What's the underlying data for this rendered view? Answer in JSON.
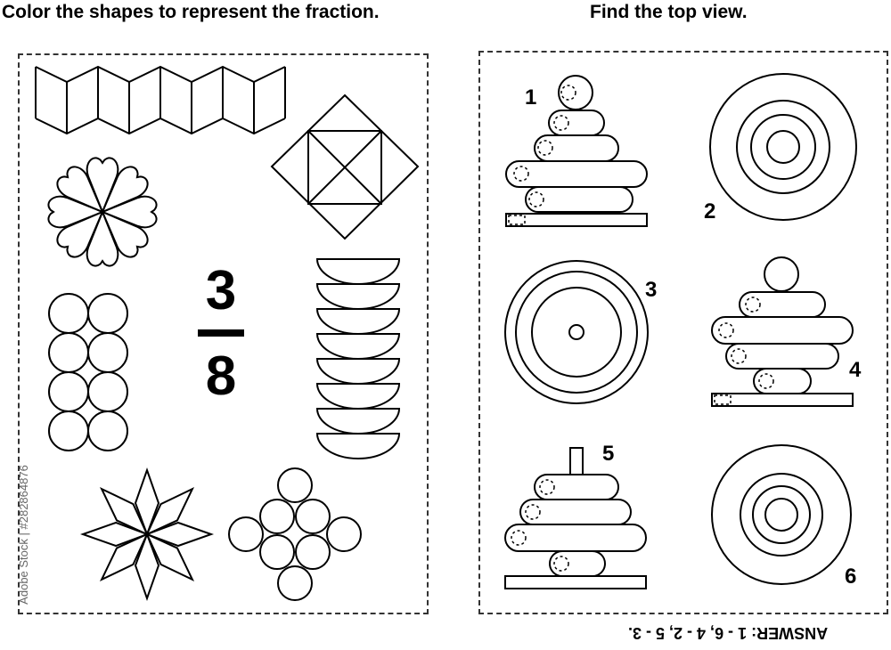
{
  "left_panel": {
    "instruction": "Color the shapes to represent the fraction.",
    "fraction": {
      "numerator": "3",
      "denominator": "8"
    }
  },
  "right_panel": {
    "instruction": "Find the top view.",
    "labels": [
      "1",
      "2",
      "3",
      "4",
      "5",
      "6"
    ]
  },
  "answer": "ANSWER: 1 - 6, 4 - 2, 5 - 3.",
  "stock_id": "Adobe Stock | #282864876"
}
